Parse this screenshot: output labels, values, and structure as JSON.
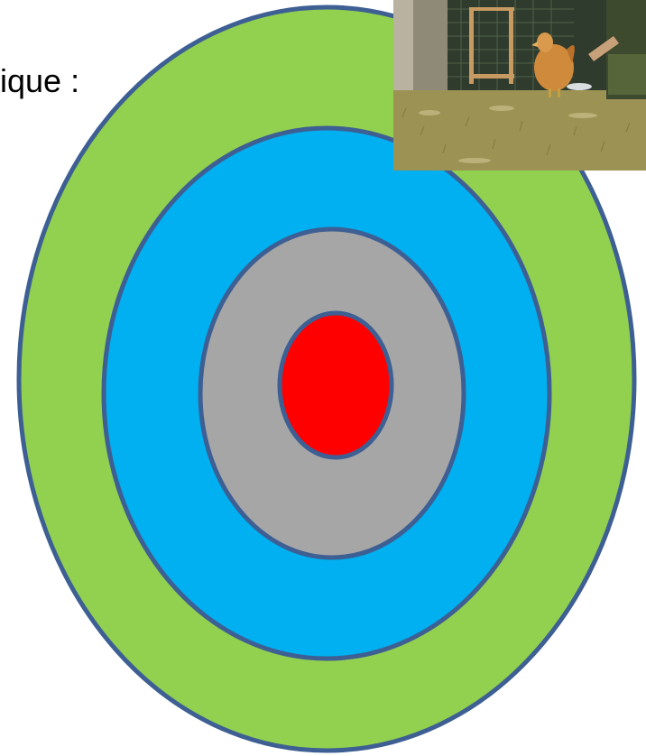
{
  "slide": {
    "heading_fragment": "ique :"
  },
  "diagram": {
    "rings": [
      {
        "name": "outer",
        "color": "#92d050"
      },
      {
        "name": "second",
        "color": "#00b0f0"
      },
      {
        "name": "third",
        "color": "#a6a6a6"
      },
      {
        "name": "center",
        "color": "#ff0000"
      }
    ],
    "outline_color": "#3d5f93"
  },
  "photo": {
    "subject": "chicken-in-garden-enclosure"
  }
}
